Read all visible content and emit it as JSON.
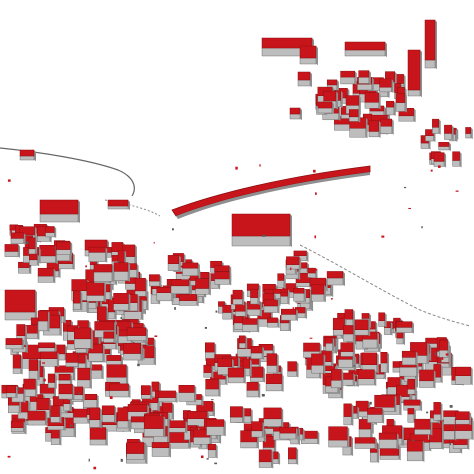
{
  "map": {
    "style": {
      "background": "#ffffff",
      "roof_color": "#c8151b",
      "roof_dark": "#8e0f13",
      "wall_color": "#bdbdbd",
      "wall_shadow": "#8f8f8f",
      "edge_color": "#5a5a5a"
    },
    "features": [
      "building-blocks",
      "road-bridge",
      "river-edge"
    ]
  }
}
